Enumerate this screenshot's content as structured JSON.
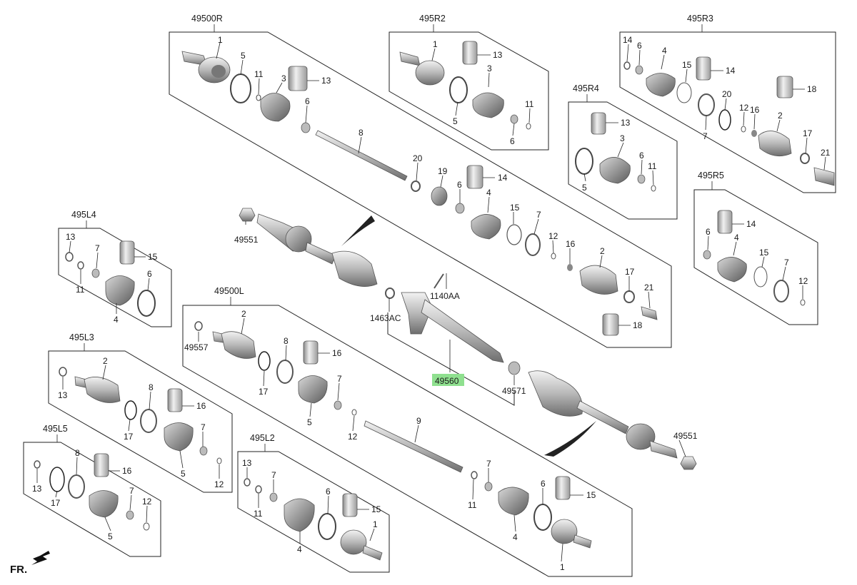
{
  "diagram": {
    "groups": [
      {
        "id": "g_49500R",
        "label": "49500R"
      },
      {
        "id": "g_495R2",
        "label": "495R2"
      },
      {
        "id": "g_495R3",
        "label": "495R3"
      },
      {
        "id": "g_495R4",
        "label": "495R4"
      },
      {
        "id": "g_495R5",
        "label": "495R5"
      },
      {
        "id": "g_495L4",
        "label": "495L4"
      },
      {
        "id": "g_49500L",
        "label": "49500L"
      },
      {
        "id": "g_495L3",
        "label": "495L3"
      },
      {
        "id": "g_495L5",
        "label": "495L5"
      },
      {
        "id": "g_495L2",
        "label": "495L2"
      }
    ],
    "callouts": [
      {
        "id": "c1",
        "text": "1"
      },
      {
        "id": "c2",
        "text": "5"
      },
      {
        "id": "c3",
        "text": "11"
      },
      {
        "id": "c4",
        "text": "3"
      },
      {
        "id": "c5",
        "text": "13"
      },
      {
        "id": "c6",
        "text": "6"
      },
      {
        "id": "c7",
        "text": "8"
      },
      {
        "id": "c8",
        "text": "20"
      },
      {
        "id": "c9",
        "text": "19"
      },
      {
        "id": "c10",
        "text": "14"
      },
      {
        "id": "c11",
        "text": "6"
      },
      {
        "id": "c12",
        "text": "4"
      },
      {
        "id": "c13",
        "text": "15"
      },
      {
        "id": "c14",
        "text": "7"
      },
      {
        "id": "c15",
        "text": "12"
      },
      {
        "id": "c16",
        "text": "16"
      },
      {
        "id": "c17",
        "text": "2"
      },
      {
        "id": "c18",
        "text": "17"
      },
      {
        "id": "c19",
        "text": "21"
      },
      {
        "id": "c20",
        "text": "18"
      },
      {
        "id": "c21",
        "text": "1"
      },
      {
        "id": "c22",
        "text": "13"
      },
      {
        "id": "c23",
        "text": "3"
      },
      {
        "id": "c24",
        "text": "5"
      },
      {
        "id": "c25",
        "text": "11"
      },
      {
        "id": "c26",
        "text": "6"
      },
      {
        "id": "c27",
        "text": "14"
      },
      {
        "id": "c28",
        "text": "6"
      },
      {
        "id": "c29",
        "text": "4"
      },
      {
        "id": "c30",
        "text": "15"
      },
      {
        "id": "c31",
        "text": "14"
      },
      {
        "id": "c32",
        "text": "20"
      },
      {
        "id": "c33",
        "text": "12"
      },
      {
        "id": "c34",
        "text": "16"
      },
      {
        "id": "c35",
        "text": "7"
      },
      {
        "id": "c36",
        "text": "18"
      },
      {
        "id": "c37",
        "text": "2"
      },
      {
        "id": "c38",
        "text": "17"
      },
      {
        "id": "c39",
        "text": "21"
      },
      {
        "id": "c40",
        "text": "13"
      },
      {
        "id": "c41",
        "text": "3"
      },
      {
        "id": "c42",
        "text": "5"
      },
      {
        "id": "c43",
        "text": "6"
      },
      {
        "id": "c44",
        "text": "11"
      },
      {
        "id": "c45",
        "text": "14"
      },
      {
        "id": "c46",
        "text": "6"
      },
      {
        "id": "c47",
        "text": "4"
      },
      {
        "id": "c48",
        "text": "15"
      },
      {
        "id": "c49",
        "text": "7"
      },
      {
        "id": "c50",
        "text": "12"
      },
      {
        "id": "c51",
        "text": "13"
      },
      {
        "id": "c52",
        "text": "7"
      },
      {
        "id": "c53",
        "text": "15"
      },
      {
        "id": "c54",
        "text": "11"
      },
      {
        "id": "c55",
        "text": "6"
      },
      {
        "id": "c56",
        "text": "4"
      },
      {
        "id": "c57",
        "text": "49551"
      },
      {
        "id": "c58",
        "text": "1140AA"
      },
      {
        "id": "c59",
        "text": "1463AC"
      },
      {
        "id": "c60",
        "text": "2"
      },
      {
        "id": "c61",
        "text": "49557"
      },
      {
        "id": "c62",
        "text": "8"
      },
      {
        "id": "c63",
        "text": "16"
      },
      {
        "id": "c64",
        "text": "17"
      },
      {
        "id": "c65",
        "text": "7"
      },
      {
        "id": "c66",
        "text": "5"
      },
      {
        "id": "c67",
        "text": "12"
      },
      {
        "id": "c68",
        "text": "9"
      },
      {
        "id": "c69",
        "text": "49560"
      },
      {
        "id": "c70",
        "text": "49571"
      },
      {
        "id": "c71",
        "text": "49551"
      },
      {
        "id": "c72",
        "text": "2"
      },
      {
        "id": "c73",
        "text": "13"
      },
      {
        "id": "c74",
        "text": "8"
      },
      {
        "id": "c75",
        "text": "16"
      },
      {
        "id": "c76",
        "text": "17"
      },
      {
        "id": "c77",
        "text": "7"
      },
      {
        "id": "c78",
        "text": "5"
      },
      {
        "id": "c79",
        "text": "12"
      },
      {
        "id": "c80",
        "text": "8"
      },
      {
        "id": "c81",
        "text": "16"
      },
      {
        "id": "c82",
        "text": "13"
      },
      {
        "id": "c83",
        "text": "17"
      },
      {
        "id": "c84",
        "text": "7"
      },
      {
        "id": "c85",
        "text": "12"
      },
      {
        "id": "c86",
        "text": "5"
      },
      {
        "id": "c87",
        "text": "13"
      },
      {
        "id": "c88",
        "text": "7"
      },
      {
        "id": "c89",
        "text": "11"
      },
      {
        "id": "c90",
        "text": "6"
      },
      {
        "id": "c91",
        "text": "15"
      },
      {
        "id": "c92",
        "text": "4"
      },
      {
        "id": "c93",
        "text": "1"
      },
      {
        "id": "c94",
        "text": "7"
      },
      {
        "id": "c95",
        "text": "11"
      },
      {
        "id": "c96",
        "text": "6"
      },
      {
        "id": "c97",
        "text": "15"
      },
      {
        "id": "c98",
        "text": "4"
      },
      {
        "id": "c99",
        "text": "1"
      }
    ],
    "highlighted_callout": "c69",
    "highlight_color": "#8fe08f",
    "front_marker": "FR."
  }
}
